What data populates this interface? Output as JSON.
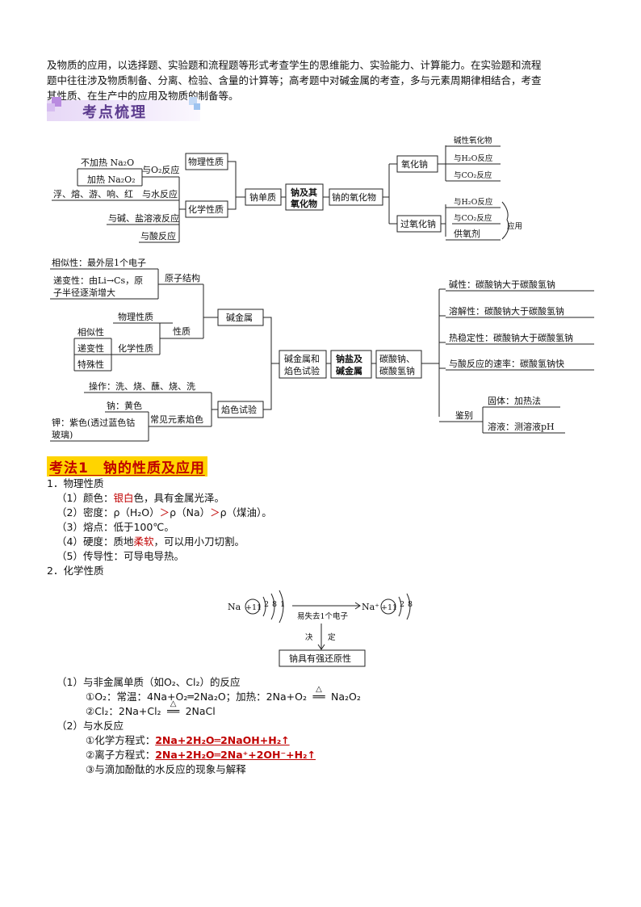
{
  "intro": {
    "line1": "及物质的应用，以选择题、实验题和流程题等形式考查学生的思维能力、实验能力、计算能力。在实验题和流程",
    "line2": "题中往往涉及物质制备、分离、检验、含量的计算等；高考题中对碱金属的考查，多与元素周期律相结合，考查",
    "line3": "其性质、在生产中的应用及物质的制备等。"
  },
  "banner": {
    "title": "考点梳理"
  },
  "mindmap1": {
    "n_bujiare": "不加热 Na₂O",
    "n_jiare": "加热 Na₂O₂",
    "n_yuO2": "与O₂反应",
    "n_fu": "浮、熔、游、响、红",
    "n_yushui": "与水反应",
    "n_jian": "与碱、盐溶液反应",
    "n_suan": "与酸反应",
    "n_wuli": "物理性质",
    "n_huaxue": "化学性质",
    "n_nadanzhi": "钠单质",
    "n_center1": "钠及其",
    "n_center2": "氧化物",
    "n_yanghuawu": "钠的氧化物",
    "n_yanghuana": "氧化钠",
    "n_guoyanghuana": "过氧化钠",
    "n_jianxing": "碱性氧化物",
    "n_h2o1": "与H₂O反应",
    "n_co2_1": "与CO₂反应",
    "n_h2o2": "与H₂O反应",
    "n_co2_2": "与CO₂反应",
    "n_gongyang": "供氧剂",
    "n_yingyong": "应用"
  },
  "mindmap2": {
    "xiangsi": "相似性：最外层1个电子",
    "dibian1": "递变性：由Li→Cs，原",
    "dibian2": "子半径逐渐增大",
    "yuanzi": "原子结构",
    "wuli": "物理性质",
    "xsx": "相似性",
    "dbx": "递变性",
    "tsx": "特殊性",
    "huaxue": "化学性质",
    "xingzhi": "性质",
    "jianjinshu": "碱金属",
    "caozuo": "操作：洗、烧、蘸、烧、洗",
    "na_huang": "钠：黄色",
    "k1": "钾：紫色(透过蓝色钴",
    "k2": "玻璃)",
    "changjian": "常见元素焰色",
    "yanse": "焰色试验",
    "mid1a": "碱金属和",
    "mid1b": "焰色试验",
    "mid2a": "钠盐及",
    "mid2b": "碱金属",
    "mid3a": "碳酸钠、",
    "mid3b": "碳酸氢钠",
    "r1": "碱性：碳酸钠大于碳酸氢钠",
    "r2": "溶解性：碳酸钠大于碳酸氢钠",
    "r3": "热稳定性：碳酸钠大于碳酸氢钠",
    "r4": "与酸反应的速率：碳酸氢钠快",
    "jianbie": "鉴别",
    "guti": "固体：加热法",
    "rongye": "溶液：测溶液pH"
  },
  "section1": {
    "heading": "考法1　钠的性质及应用",
    "p1": "1．物理性质",
    "c1a": "（1）颜色：",
    "c1b": "银白",
    "c1c": "色，具有金属光泽。",
    "c2a": "（2）密度：ρ（H₂O）",
    "c2b": "＞",
    "c2c": "ρ（Na）",
    "c2d": "＞",
    "c2e": "ρ（煤油）。",
    "c3": "（3）熔点：低于100℃。",
    "c4a": "（4）硬度：质地",
    "c4b": "柔软",
    "c4c": "，可以用小刀切割。",
    "c5": "（5）传导性：可导电导热。",
    "p2": "2．化学性质"
  },
  "atom": {
    "na": "Na",
    "nucleus": "+11",
    "s1": "2",
    "s2": "8",
    "s3": "1",
    "arrow_label": "易失去1个电子",
    "ion": "Na⁺",
    "ion_nucleus": "+11",
    "i1": "2",
    "i2": "8",
    "jue": "决",
    "ding": "定",
    "box": "钠具有强还原性"
  },
  "reactions": {
    "r1": "（1）与非金属单质（如O₂、Cl₂）的反应",
    "r1a_pre": "①O₂：常温：4Na+O₂═2Na₂O；加热：2Na+O₂",
    "r1a_post": "Na₂O₂",
    "r1b_pre": "②Cl₂：2Na+Cl₂",
    "r1b_post": "2NaCl",
    "delta": "△",
    "r2": "（2）与水反应",
    "r2a_pre": "①化学方程式：",
    "r2a_eq": "2Na+2H₂O═2NaOH+H₂↑",
    "r2b_pre": "②离子方程式：",
    "r2b_eq": "2Na+2H₂O═2Na⁺+2OH⁻+H₂↑",
    "r2c": "③与滴加酚酞的水反应的现象与解释"
  }
}
